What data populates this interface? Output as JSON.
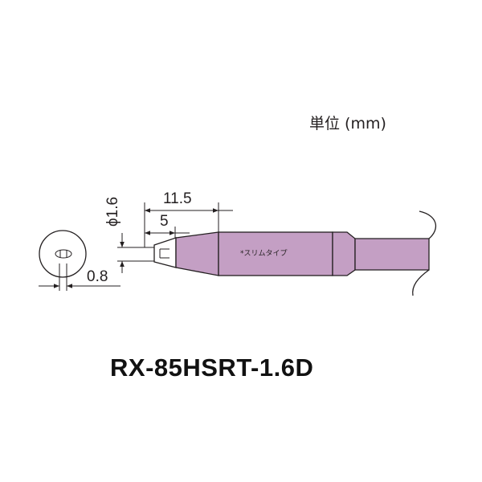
{
  "unit_label": "単位 (mm)",
  "dimensions": {
    "total_length": "11.5",
    "tip_length": "5",
    "diameter": "ϕ1.6",
    "thickness": "0.8"
  },
  "shaft_label": "*スリムタイプ",
  "model_name": "RX-85HSRT-1.6D",
  "colors": {
    "shaft": "#c49fc4",
    "outline": "#231f20"
  },
  "icons": {
    "tip_end_view": "tip-cross-section-icon"
  }
}
